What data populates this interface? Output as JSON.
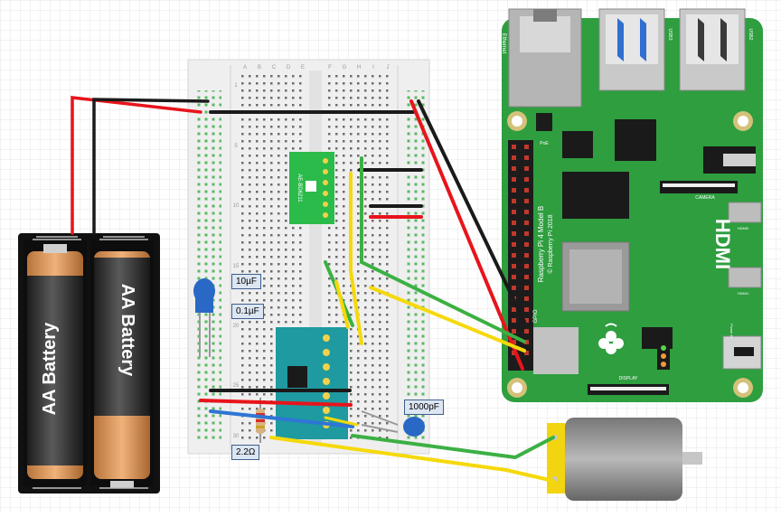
{
  "battery": {
    "cell1_label": "AA Battery",
    "cell2_label": "AA Battery"
  },
  "component_labels": {
    "cap_10uf": "10µF",
    "cap_01uf": "0.1µF",
    "cap_1000pf": "1000pF",
    "resistor": "2.2Ω"
  },
  "breadboard": {
    "col_letters_left": [
      "A",
      "B",
      "C",
      "D",
      "E"
    ],
    "col_letters_right": [
      "F",
      "G",
      "H",
      "I",
      "J"
    ],
    "row_numbers": [
      "1",
      "5",
      "10",
      "15",
      "20",
      "25",
      "30"
    ]
  },
  "raspberry_pi": {
    "board_name": "Raspberry Pi 4 Model B",
    "copyright": "© Raspberry Pi 2018",
    "hdmi_text": "HDMI",
    "gpio_label": "GPIO",
    "ethernet_label": "Ethernet",
    "usb3_label": "USB3",
    "usb2_label": "USB2",
    "camera_label": "CAMERA",
    "display_label": "DISPLAY",
    "poe_label": "PoE",
    "power_label": "Power in",
    "hdmi0_label": "HDMI0",
    "hdmi1_label": "HDMI1"
  },
  "ae_module": {
    "name": "AE-BD6211"
  },
  "colors": {
    "wire_red": "#e8141b",
    "wire_black": "#1a1a1a",
    "wire_green": "#3cb043",
    "wire_yellow": "#f5d90a",
    "wire_blue": "#2e75d6",
    "pi_green": "#2e9e3f",
    "module_teal": "#1f9aa0",
    "label_bg": "#dce6f2"
  }
}
